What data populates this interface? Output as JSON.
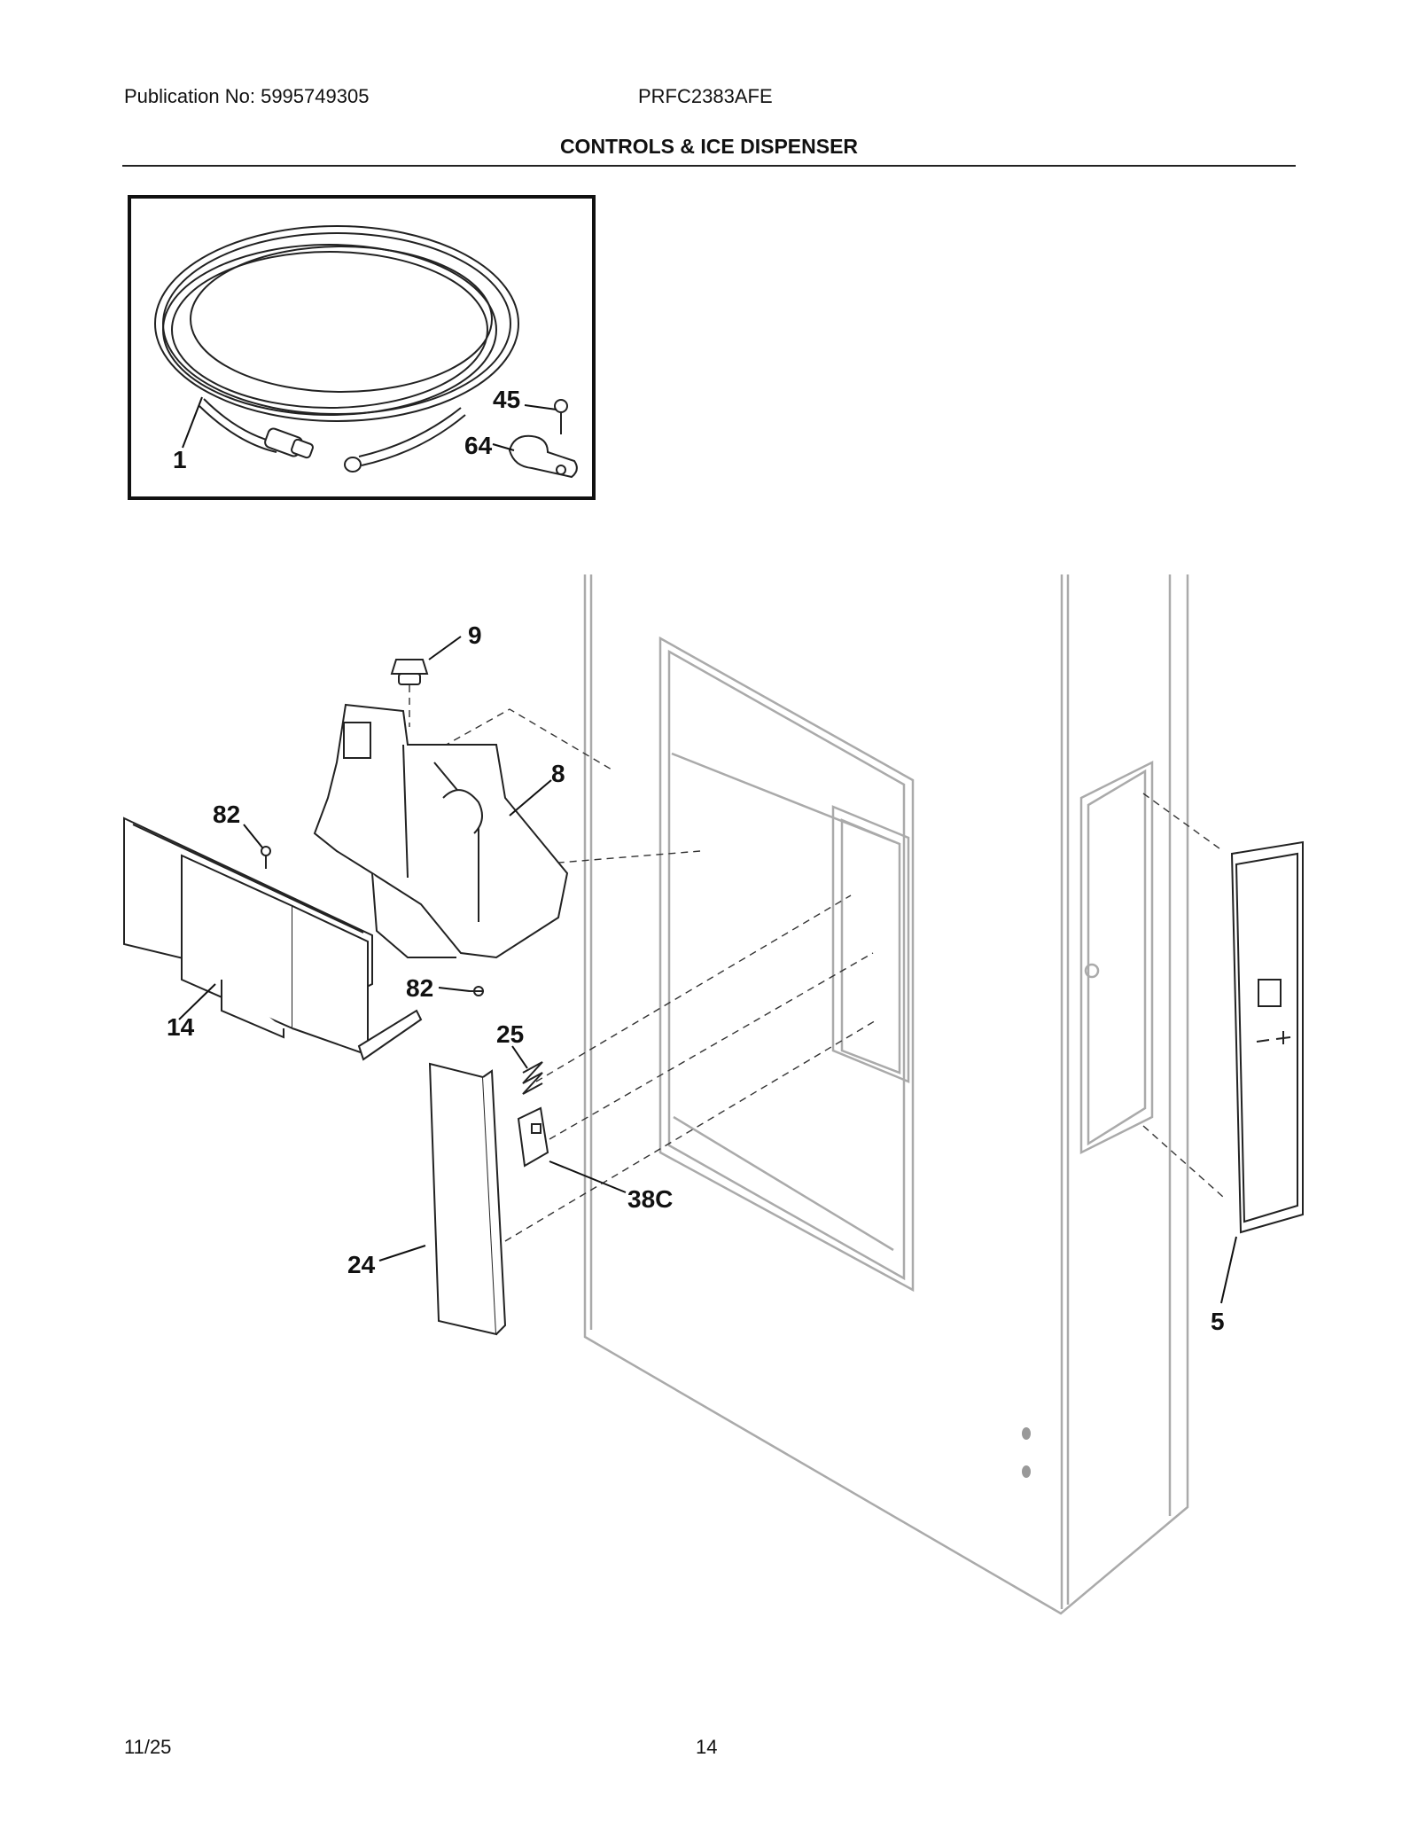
{
  "header": {
    "publication": "Publication No: 5995749305",
    "model": "PRFC2383AFE",
    "title": "CONTROLS & ICE DISPENSER"
  },
  "footer": {
    "date": "11/25",
    "page": "14"
  },
  "callouts": {
    "c1": "1",
    "c45": "45",
    "c64": "64",
    "c9": "9",
    "c8": "8",
    "c82a": "82",
    "c82b": "82",
    "c14": "14",
    "c25": "25",
    "c38c": "38C",
    "c24": "24",
    "c5": "5"
  }
}
